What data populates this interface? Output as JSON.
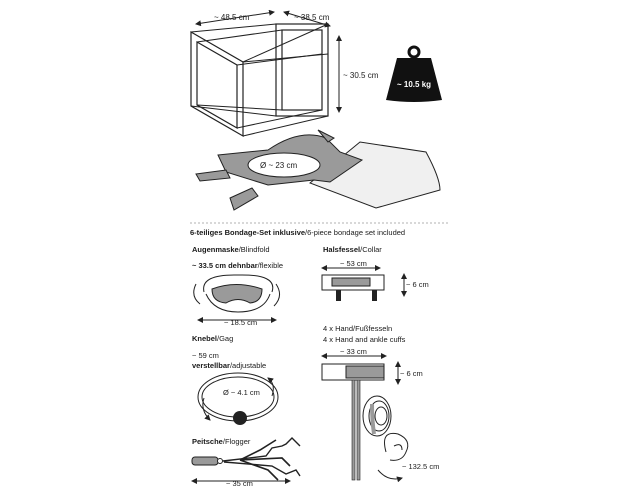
{
  "frame": {
    "width_label": "~ 48.5 cm",
    "depth_label": "~ 38.5 cm",
    "height_label": "~ 30.5 cm",
    "weight_label": "~ 10.5 kg"
  },
  "mat": {
    "diameter_label": "Ø ~ 23 cm"
  },
  "set": {
    "heading_bold": "6-teiliges Bondage-Set inklusive",
    "heading_rest": "/6-piece bondage set included"
  },
  "blindfold": {
    "title_bold": "Augenmaske",
    "title_rest": "/Blindfold",
    "stretch_bold": "~ 33.5 cm dehnbar",
    "stretch_rest": "/flexible",
    "width_label": "~ 18.5 cm"
  },
  "collar": {
    "title_bold": "Halsfessel",
    "title_rest": "/Collar",
    "length_label": "~ 53 cm",
    "height_label": "~ 6 cm"
  },
  "gag": {
    "title_bold": "Knebel",
    "title_rest": "/Gag",
    "length_label": "~ 59 cm",
    "adjust_bold": "verstellbar",
    "adjust_rest": "/adjustable",
    "ball_label": "Ø ~ 4.1 cm"
  },
  "cuffs": {
    "title_line1": "4 x Hand/Fußfesseln",
    "title_line2": "4 x Hand and ankle cuffs",
    "length_label": "~ 33 cm",
    "height_label": "~ 6 cm",
    "rope_label": "~ 132.5 cm"
  },
  "flogger": {
    "title_bold": "Peitsche",
    "title_rest": "/Flogger",
    "length_label": "~ 35 cm"
  }
}
